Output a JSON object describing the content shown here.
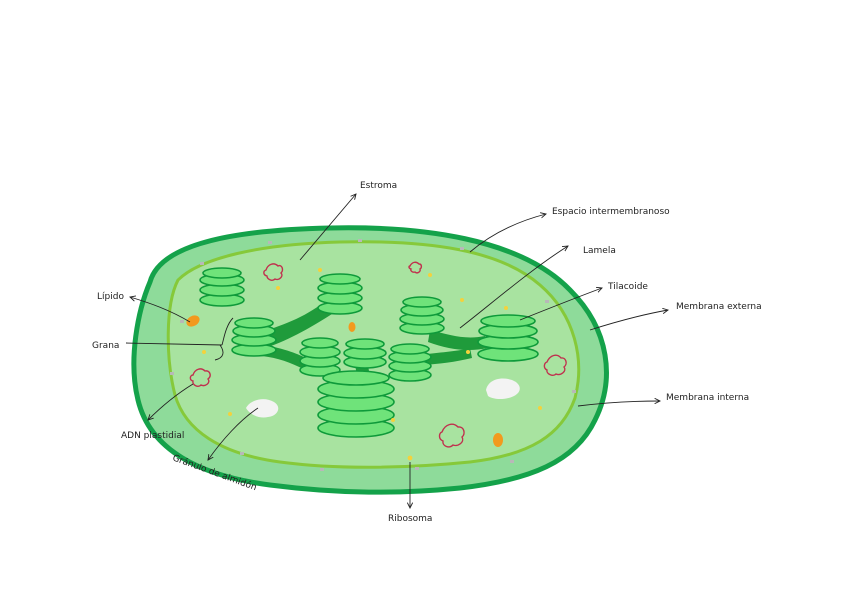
{
  "labels": {
    "estroma": "Estroma",
    "espacio_intermembranoso": "Espacio intermembranoso",
    "lamela": "Lamela",
    "tilacoide": "Tilacoide",
    "membrana_externa": "Membrana externa",
    "membrana_interna": "Membrana interna",
    "lipido": "Lípido",
    "grana": "Grana",
    "adn_plastidial": "ADN plastidial",
    "granulo_almidon": "Gránulo de almidón",
    "ribosoma": "Ribosoma"
  },
  "colors": {
    "outer_fill": "#8edb9a",
    "outer_stroke": "#14a24a",
    "inner_stroke": "#86c93a",
    "stroma": "#a8e3a0",
    "thylakoid": "#6fe37a",
    "thylakoid_edge": "#0e9a3a",
    "lamella": "#1f9b3b",
    "lipid": "#f29a1e",
    "dna": "#c0314e",
    "starch": "#f2f2f2",
    "ribosome": "#f4d23c"
  }
}
